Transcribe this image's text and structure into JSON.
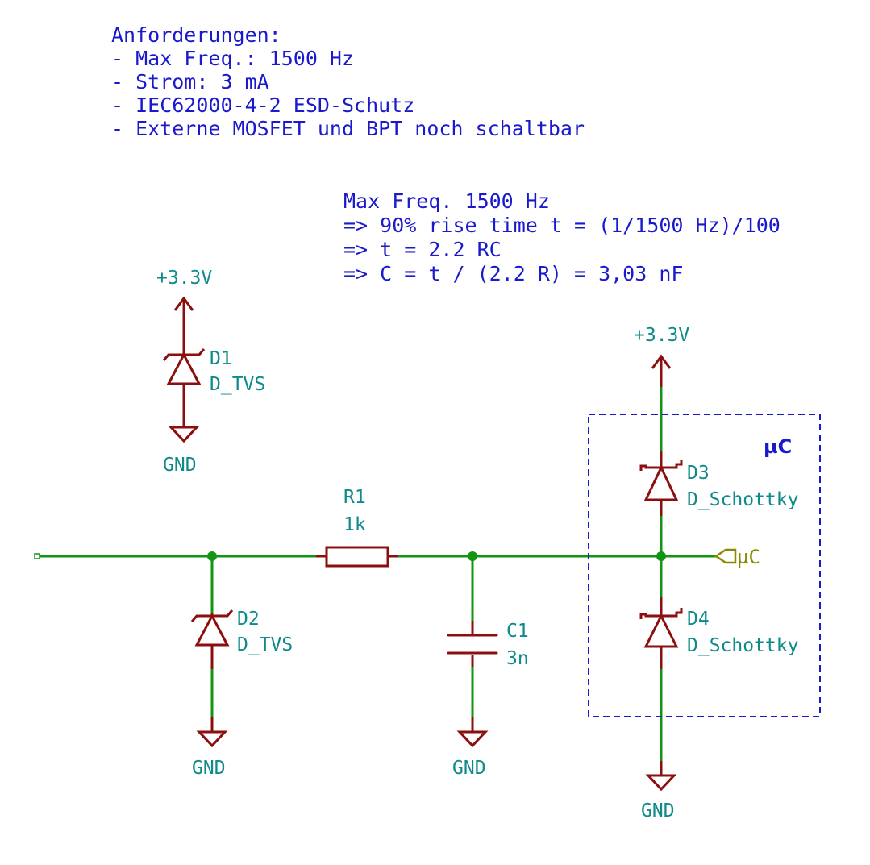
{
  "requirements": {
    "lines": [
      "Anforderungen:",
      "- Max Freq.: 1500 Hz",
      "- Strom: 3 mA",
      "- IEC62000-4-2 ESD-Schutz",
      "- Externe MOSFET und BPT noch schaltbar"
    ]
  },
  "calculation": {
    "lines": [
      "Max Freq. 1500 Hz",
      "=> 90% rise time t = (1/1500 Hz)/100",
      "=> t = 2.2 RC",
      "=> C = t / (2.2 R) = 3,03 nF"
    ]
  },
  "components": {
    "d1": {
      "ref": "D1",
      "value": "D_TVS"
    },
    "d2": {
      "ref": "D2",
      "value": "D_TVS"
    },
    "d3": {
      "ref": "D3",
      "value": "D_Schottky"
    },
    "d4": {
      "ref": "D4",
      "value": "D_Schottky"
    },
    "r1": {
      "ref": "R1",
      "value": "1k"
    },
    "c1": {
      "ref": "C1",
      "value": "3n"
    }
  },
  "power": {
    "vcc_left": "+3.3V",
    "vcc_right": "+3.3V",
    "gnd_d1": "GND",
    "gnd_d2": "GND",
    "gnd_c1": "GND",
    "gnd_d4": "GND"
  },
  "net_label": "µC",
  "protection_box": {
    "title": "µC"
  },
  "colors": {
    "wire": "#129512",
    "symbol": "#8b0f0f",
    "reference": "#0f8a8a",
    "note": "#1a1acc",
    "label": "#8a8a00"
  }
}
